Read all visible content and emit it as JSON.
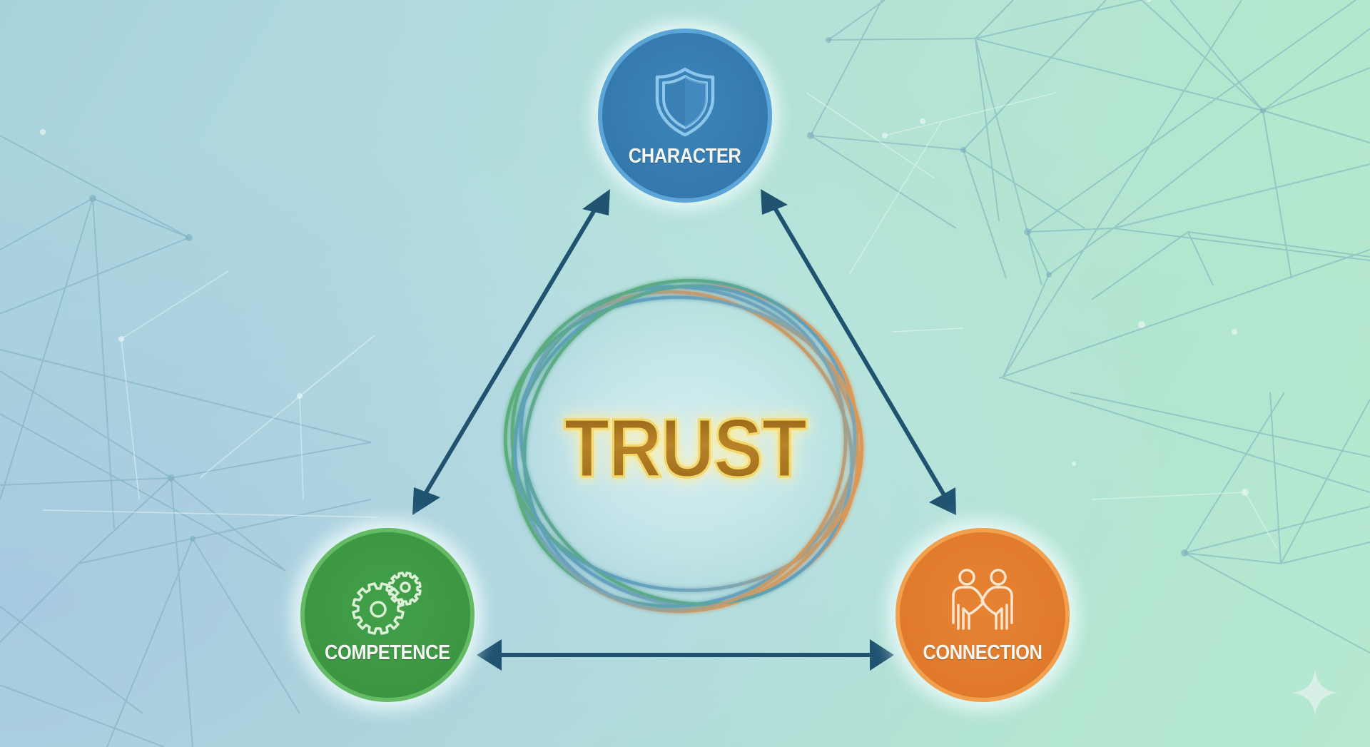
{
  "diagram": {
    "title": "TRUST",
    "type": "triangle-cycle",
    "center": {
      "label": "TRUST",
      "color": "#a6731f",
      "glow_color": "#f5d86a",
      "ring_colors": [
        "#5fae80",
        "#5f9fc0",
        "#e3994c"
      ]
    },
    "nodes": [
      {
        "id": "character",
        "label": "CHARACTER",
        "icon": "shield-icon",
        "color": "#3479ad",
        "ring": "#5ca5d8",
        "position": "top"
      },
      {
        "id": "competence",
        "label": "COMPETENCE",
        "icon": "gears-icon",
        "color": "#3c9642",
        "ring": "#65bb64",
        "position": "bottom-left"
      },
      {
        "id": "connection",
        "label": "CONNECTION",
        "icon": "handshake-people-icon",
        "color": "#e07a2a",
        "ring": "#f2a04e",
        "position": "bottom-right"
      }
    ],
    "edges": [
      {
        "from": "character",
        "to": "competence",
        "bidirectional": true
      },
      {
        "from": "character",
        "to": "connection",
        "bidirectional": true
      },
      {
        "from": "competence",
        "to": "connection",
        "bidirectional": true
      }
    ],
    "arrow_color": "#1f5370",
    "background": {
      "gradient": [
        "#a9d3dc",
        "#b4e0db",
        "#b6e9cf"
      ],
      "pattern": "network-lines",
      "line_color": "#6fa9b5"
    },
    "watermark": {
      "icon": "sparkle-icon",
      "color": "#d8efe8"
    }
  }
}
